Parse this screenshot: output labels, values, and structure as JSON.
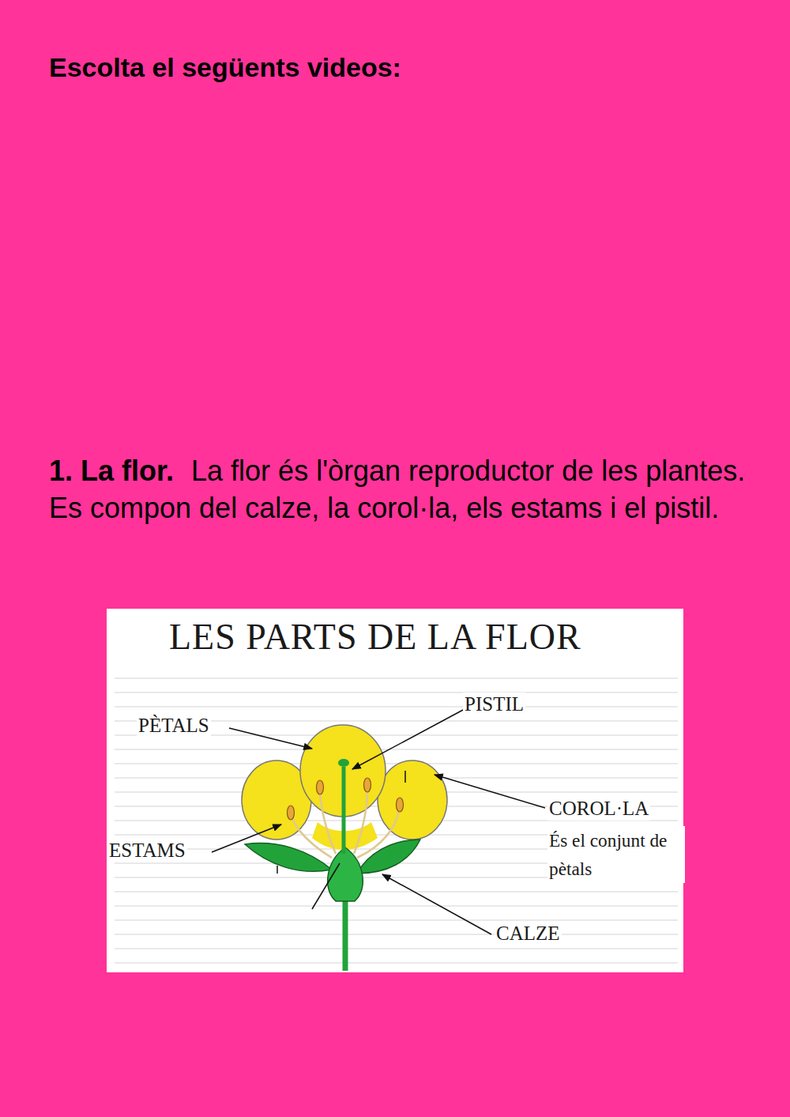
{
  "diagram": {
    "title": "Escolta el següents videos:",
    "labels": [
      "1. La flor.",
      "La flor és l'òrgan reproductor de les plantes. Es compon del calze, la corol·la, els estams i el pistil.",
      "LES PARTS DE LA FLOR",
      "PÈTALS",
      "PISTIL",
      "ESTAMS",
      "COROL·LA",
      "És el conjunt de pètals",
      "CALZE"
    ]
  }
}
